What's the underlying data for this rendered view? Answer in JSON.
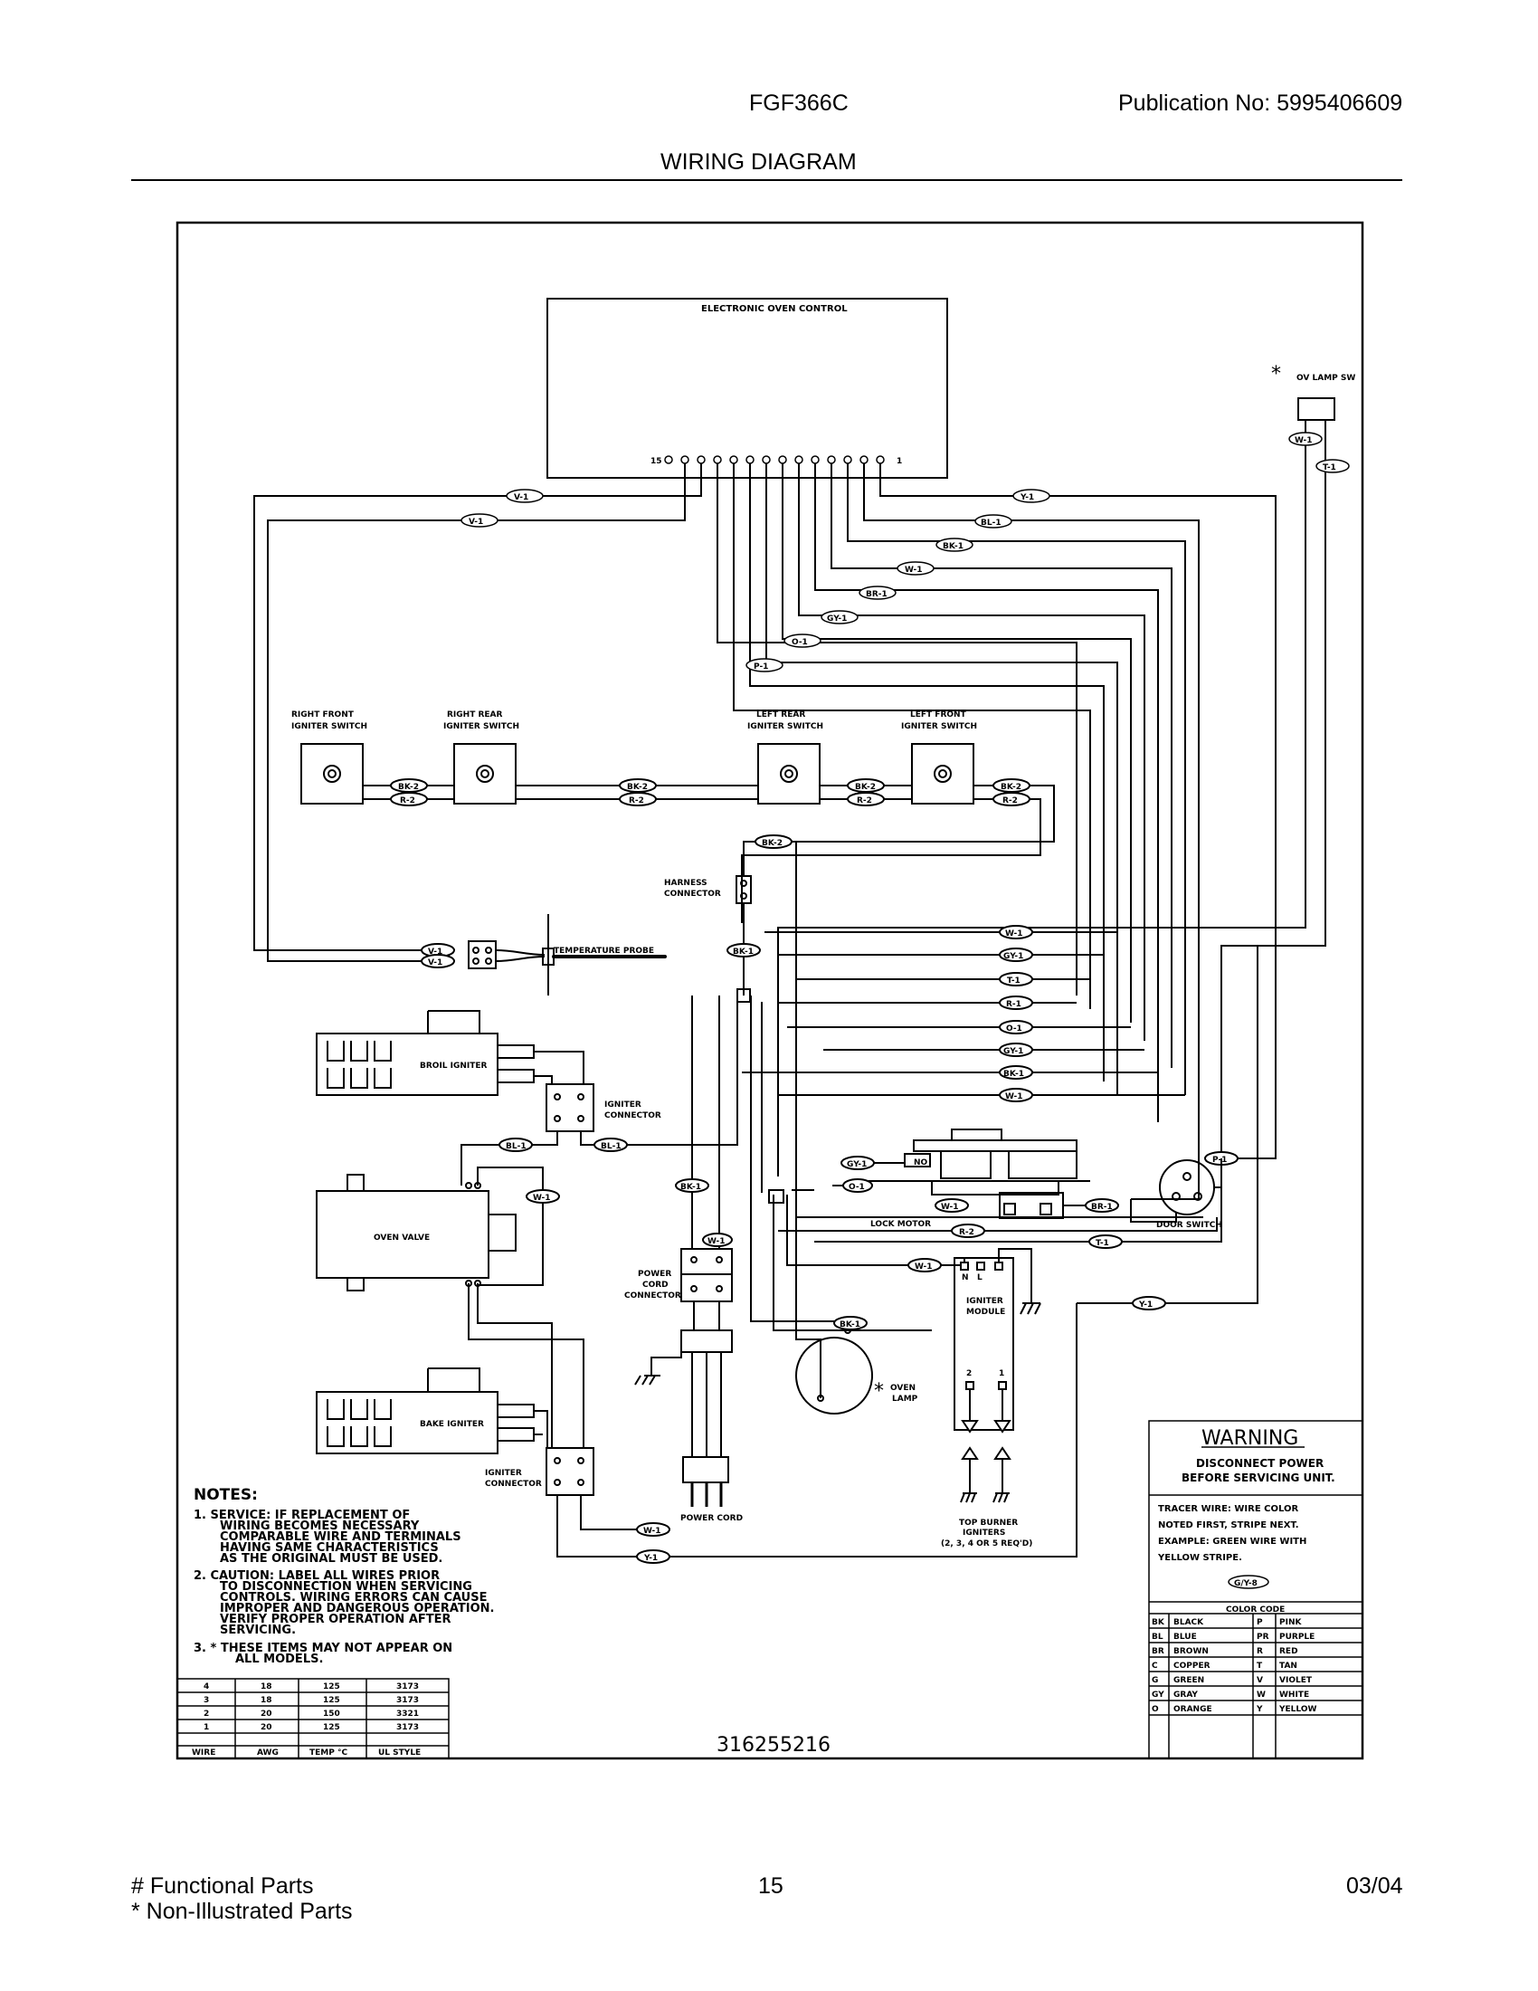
{
  "header": {
    "model": "FGF366C",
    "publication": "Publication No:  5995406609",
    "section_title": "WIRING DIAGRAM"
  },
  "footer": {
    "functional_parts": "# Functional Parts",
    "non_illustrated_parts": "* Non-Illustrated Parts",
    "page_number": "15",
    "date": "03/04"
  },
  "diagram": {
    "drawing_number": "316255216",
    "components": {
      "control": "ELECTRONIC OVEN CONTROL",
      "terminal_15": "15",
      "terminal_1": "1",
      "lamp_switch_star": "*",
      "lamp_switch": "OV LAMP SW",
      "rf_switch": [
        "RIGHT FRONT",
        "IGNITER SWITCH"
      ],
      "rr_switch": [
        "RIGHT REAR",
        "IGNITER SWITCH"
      ],
      "lr_switch": [
        "LEFT REAR",
        "IGNITER SWITCH"
      ],
      "lf_switch": [
        "LEFT FRONT",
        "IGNITER SWITCH"
      ],
      "harness": [
        "HARNESS",
        "CONNECTOR"
      ],
      "probe": "TEMPERATURE PROBE",
      "broil": "BROIL IGNITER",
      "igniter_conn_1": [
        "IGNITER",
        "CONNECTOR"
      ],
      "oven_valve": "OVEN VALVE",
      "bake": "BAKE IGNITER",
      "igniter_conn_2": [
        "IGNITER",
        "CONNECTOR"
      ],
      "power_cord_conn": [
        "POWER",
        "CORD",
        "CONNECTOR"
      ],
      "power_cord": "POWER CORD",
      "lock_motor": "LOCK MOTOR",
      "lock_no": "NO",
      "door_switch": "DOOR SWITCH",
      "igniter_module": [
        "IGNITER",
        "MODULE"
      ],
      "module_n": "N",
      "module_l": "L",
      "module_2": "2",
      "module_1": "1",
      "oven_lamp_star": "*",
      "oven_lamp": [
        "OVEN",
        "LAMP"
      ],
      "top_burner": [
        "TOP BURNER",
        "IGNITERS",
        "(2, 3, 4 OR 5 REQ'D)"
      ]
    },
    "wire_tags": {
      "v1": "V-1",
      "y1": "Y-1",
      "bl1": "BL-1",
      "bk1": "BK-1",
      "w1": "W-1",
      "br1": "BR-1",
      "gy1": "GY-1",
      "o1": "O-1",
      "p1": "P-1",
      "t1": "T-1",
      "r1": "R-1",
      "bk2": "BK-2",
      "r2": "R-2",
      "g1": "G/Y-8"
    },
    "notes": {
      "title": "NOTES:",
      "n1": [
        "1.  SERVICE:   IF REPLACEMENT OF",
        "WIRING BECOMES NECESSARY",
        "COMPARABLE WIRE AND TERMINALS",
        "HAVING SAME CHARACTERISTICS",
        "AS THE ORIGINAL MUST BE USED."
      ],
      "n2": [
        "2.  CAUTION:   LABEL ALL WIRES PRIOR",
        "TO DISCONNECTION WHEN SERVICING",
        "CONTROLS.  WIRING ERRORS CAN CAUSE",
        "IMPROPER AND DANGEROUS OPERATION.",
        "VERIFY PROPER OPERATION AFTER",
        "SERVICING."
      ],
      "n3": [
        "3.  *  THESE ITEMS MAY NOT APPEAR ON",
        "ALL MODELS."
      ]
    },
    "wire_table": {
      "rows": [
        [
          "4",
          "18",
          "125",
          "3173"
        ],
        [
          "3",
          "18",
          "125",
          "3173"
        ],
        [
          "2",
          "20",
          "150",
          "3321"
        ],
        [
          "1",
          "20",
          "125",
          "3173"
        ]
      ],
      "headers": [
        "WIRE",
        "AWG",
        "TEMP °C",
        "UL STYLE"
      ]
    },
    "warning": {
      "title": "WARNING",
      "line1": "DISCONNECT POWER",
      "line2": "BEFORE SERVICING UNIT.",
      "tracer": [
        "TRACER  WIRE:    WIRE COLOR",
        "NOTED FIRST,  STRIPE  NEXT.",
        "EXAMPLE:    GREEN  WIRE  WITH",
        "YELLOW STRIPE."
      ],
      "example_tag": "G/Y-8"
    },
    "color_code": {
      "title": "COLOR CODE",
      "left": [
        [
          "BK",
          "BLACK"
        ],
        [
          "BL",
          "BLUE"
        ],
        [
          "BR",
          "BROWN"
        ],
        [
          "C",
          "COPPER"
        ],
        [
          "G",
          "GREEN"
        ],
        [
          "GY",
          "GRAY"
        ],
        [
          "O",
          "ORANGE"
        ]
      ],
      "right": [
        [
          "P",
          "PINK"
        ],
        [
          "PR",
          "PURPLE"
        ],
        [
          "R",
          "RED"
        ],
        [
          "T",
          "TAN"
        ],
        [
          "V",
          "VIOLET"
        ],
        [
          "W",
          "WHITE"
        ],
        [
          "Y",
          "YELLOW"
        ]
      ]
    }
  }
}
